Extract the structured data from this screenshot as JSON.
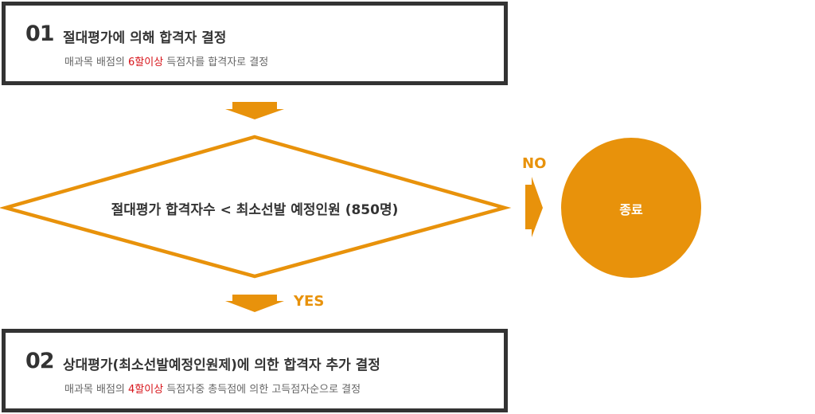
{
  "step1": {
    "number": "01",
    "title": "절대평가에 의해 합격자 결정",
    "desc_prefix": "매과목 배점의 ",
    "desc_highlight": "6할이상",
    "desc_suffix": " 득점자를 합격자로 결정"
  },
  "decision": {
    "text": "절대평가 합격자수 < 최소선발 예정인원 (850명)"
  },
  "branches": {
    "no": "NO",
    "yes": "YES"
  },
  "end": {
    "label": "종료"
  },
  "step2": {
    "number": "02",
    "title": "상대평가(최소선발예정인원제)에 의한 합격자 추가 결정",
    "desc_prefix": "매과목 배점의 ",
    "desc_highlight": "4할이상",
    "desc_suffix": " 득점자중 총득점에 의한 고득점자순으로 결정"
  },
  "colors": {
    "accent": "#e8920b",
    "border": "#333333",
    "highlight": "#d7141a"
  }
}
